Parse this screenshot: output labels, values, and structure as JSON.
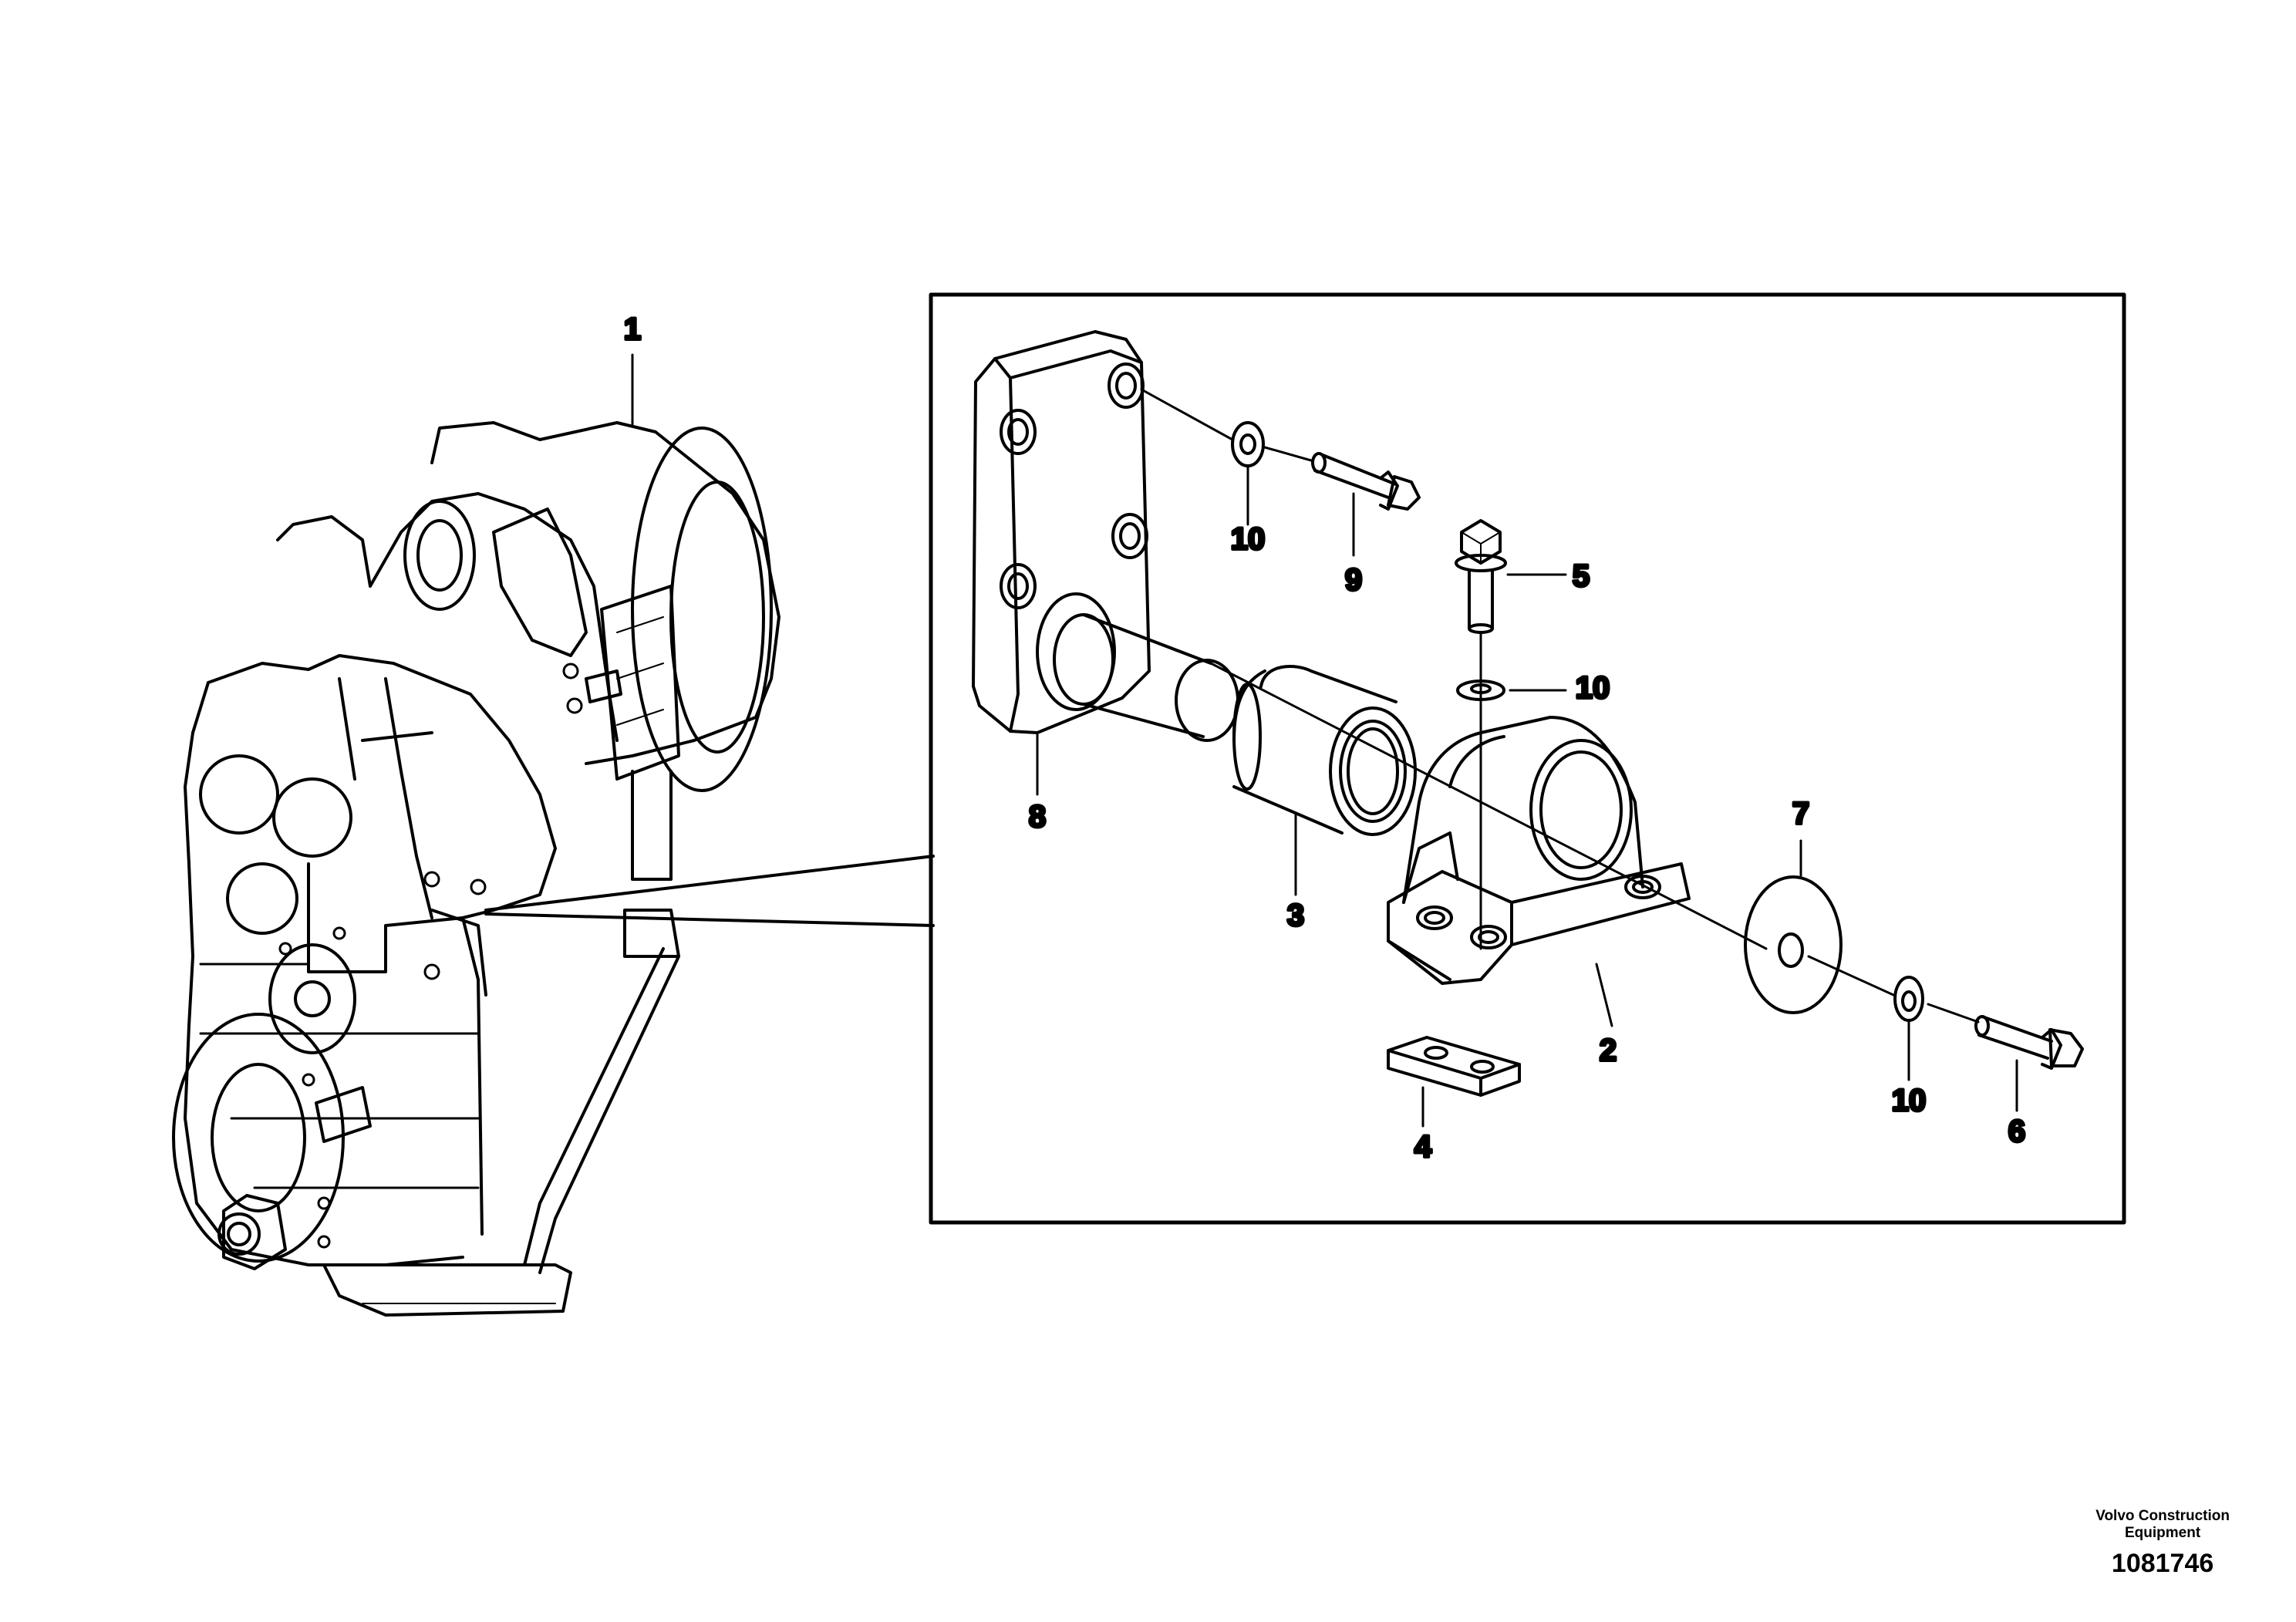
{
  "callouts": {
    "c1": "1",
    "c2": "2",
    "c3": "3",
    "c4": "4",
    "c5": "5",
    "c6": "6",
    "c7": "7",
    "c8": "8",
    "c9": "9",
    "c10a": "10",
    "c10b": "10",
    "c10c": "10"
  },
  "brand": {
    "line1": "Volvo Construction",
    "line2": "Equipment",
    "number": "1081746"
  }
}
